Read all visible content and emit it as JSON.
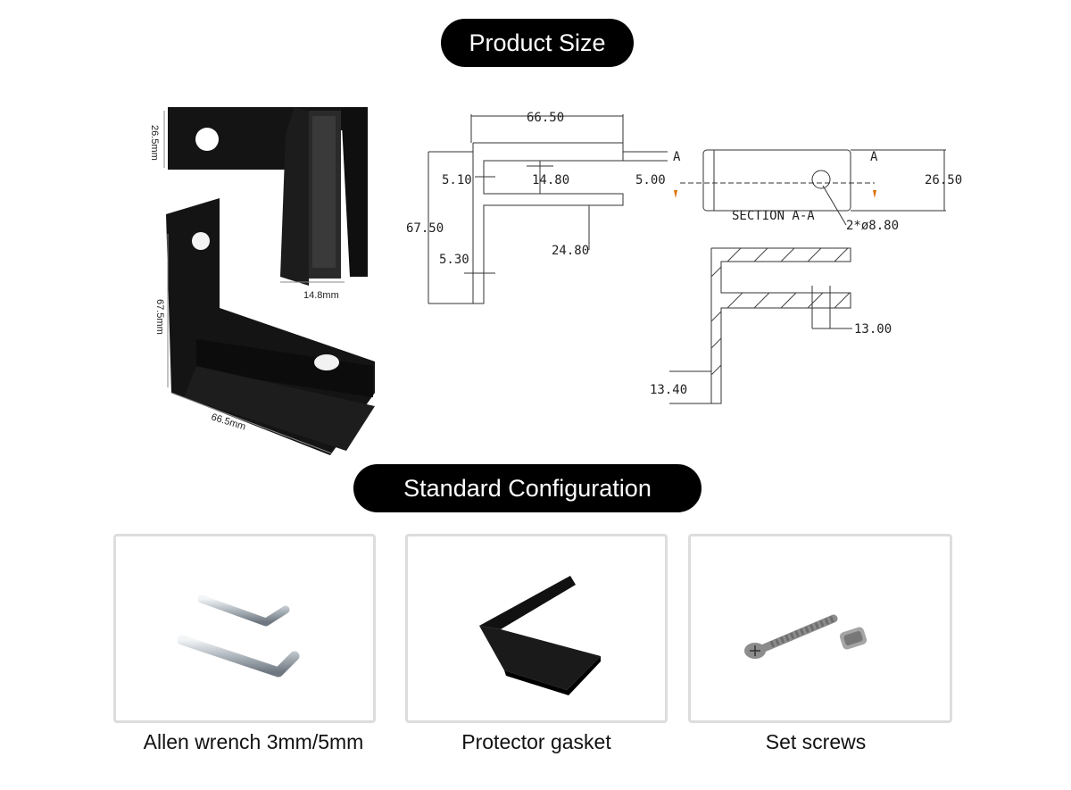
{
  "headings": {
    "product_size": "Product Size",
    "standard_configuration": "Standard Configuration"
  },
  "photo_dimensions": {
    "top_height": "26.5mm",
    "top_slot": "14.8mm",
    "side_height": "67.5mm",
    "base_length": "66.5mm"
  },
  "drawing": {
    "width": "66.50",
    "slot_width": "14.80",
    "left_gap": "5.10",
    "right_gap": "5.00",
    "total_height": "67.50",
    "slot_depth": "24.80",
    "wall": "5.30",
    "section_marker": "A",
    "section_height": "26.50",
    "section_label": "SECTION A-A",
    "hole_spec": "2*ø8.80",
    "hole_offset": "13.00",
    "bottom_offset": "13.40"
  },
  "configuration": [
    {
      "label": "Allen wrench 3mm/5mm",
      "icon": "allen-wrench-icon"
    },
    {
      "label": "Protector gasket",
      "icon": "gasket-icon"
    },
    {
      "label": "Set screws",
      "icon": "screws-icon"
    }
  ]
}
